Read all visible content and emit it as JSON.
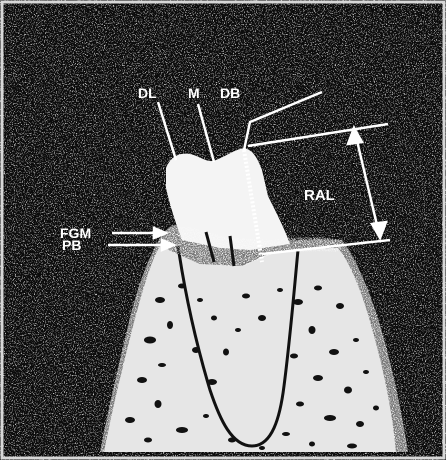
{
  "labels": {
    "distolingual": "DL",
    "mesial": "M",
    "distobuccal": "DB",
    "free_gingival_margin": "FGM",
    "pocket_base": "PB",
    "relative_attachment_level": "RAL"
  },
  "colors": {
    "background": "#0c0c0c",
    "tooth": "#f4f4f4",
    "bone": "#e6e6e6",
    "gingiva": "#777777",
    "label": "#ffffff",
    "line": "#ffffff",
    "frame": "#d8d8d8"
  }
}
